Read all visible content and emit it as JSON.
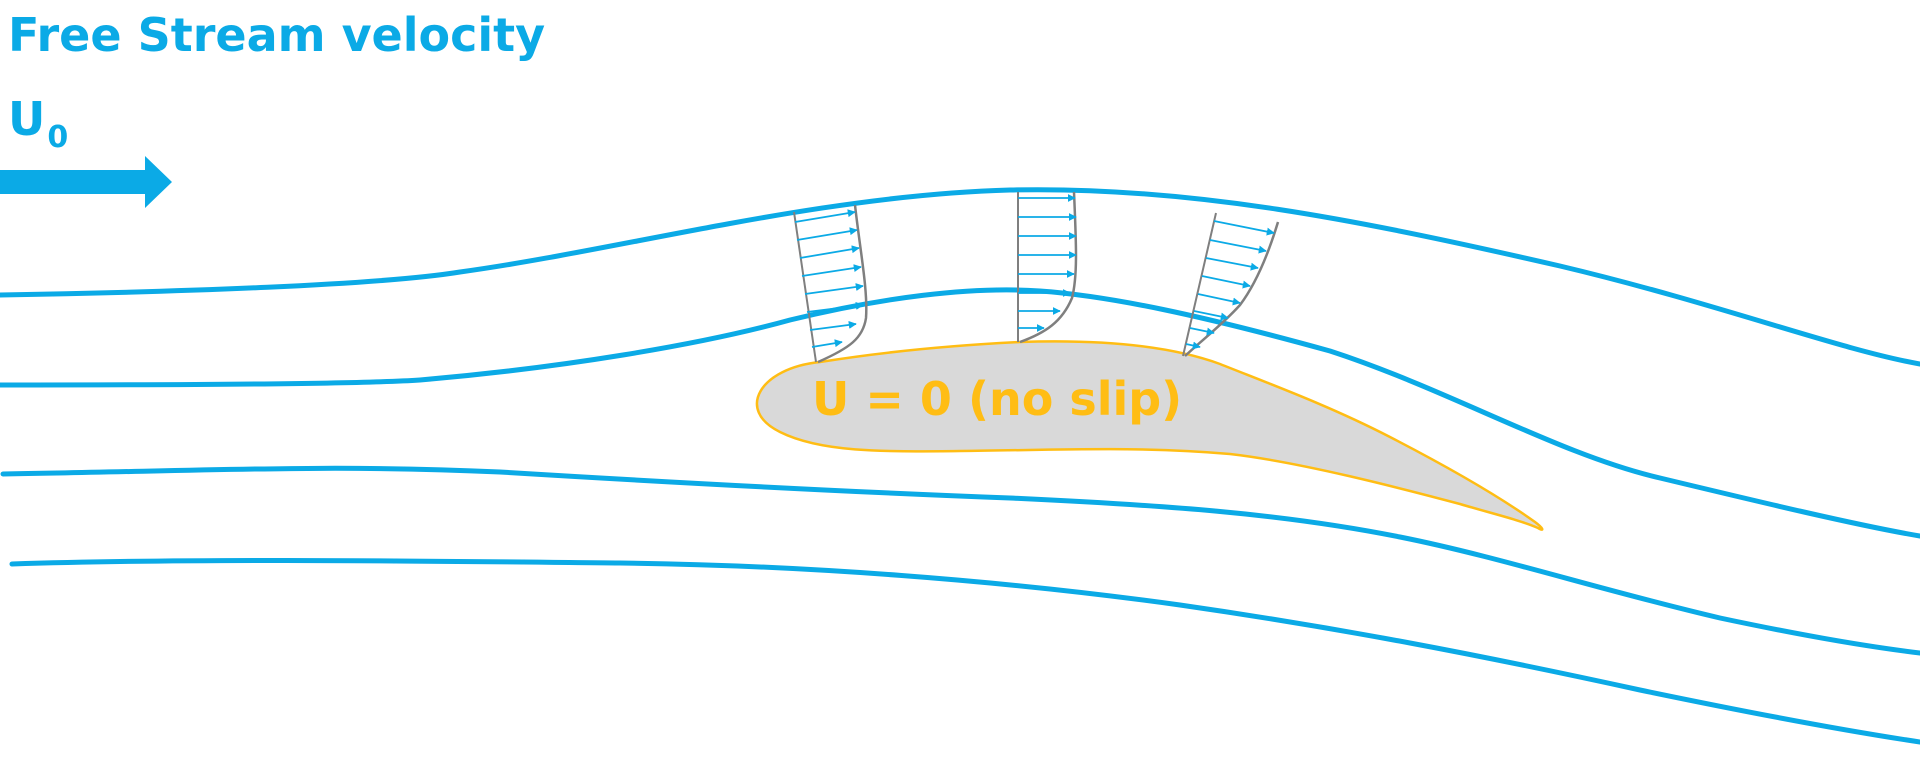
{
  "labels": {
    "title": "Free Stream velocity",
    "u0_main": "U",
    "u0_sub": "0",
    "no_slip": "U = 0 (no slip)"
  },
  "colors": {
    "streamline": "#0BAAE6",
    "label": "#0BAAE6",
    "airfoil_fill": "#D9D9D9",
    "airfoil_outline": "#FFBD14",
    "no_slip_text": "#FFBD14",
    "profile_curve": "#7F7F7F",
    "profile_arrow": "#0BAAE6"
  },
  "icons": {
    "flow_direction": "right-arrow-icon"
  }
}
